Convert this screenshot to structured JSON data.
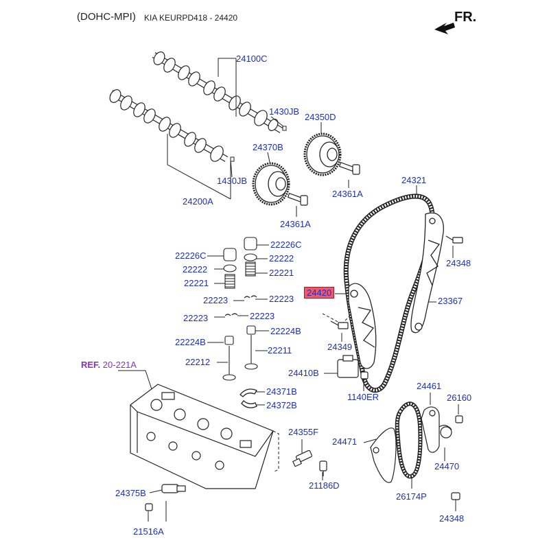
{
  "header": {
    "engine": "(DOHC-MPI)",
    "model": "KIA KEURPD418 - 24420",
    "direction": "FR."
  },
  "reference": {
    "prefix": "REF.",
    "code": "20-221A"
  },
  "highlighted_part": "24420",
  "colors": {
    "label": "#1d2fb8",
    "highlight": "#f2566b",
    "reference": "#8a2fc2",
    "line": "#222222"
  },
  "icons": [
    "front-direction-arrow-icon"
  ],
  "labels": [
    "24100C",
    "1430JB",
    "24350D",
    "24370B",
    "1430JB",
    "24200A",
    "24361A",
    "24361A",
    "24321",
    "22226C",
    "22226C",
    "22222",
    "22222",
    "22221",
    "22221",
    "24348",
    "24420",
    "23367",
    "22223",
    "22223",
    "22223",
    "22223",
    "24349",
    "22224B",
    "22224B",
    "22212",
    "22211",
    "24410B",
    "1140ER",
    "24461",
    "26160",
    "24371B",
    "24372B",
    "24355F",
    "24471",
    "24470",
    "24375B",
    "21186D",
    "26174P",
    "24348",
    "21516A"
  ]
}
